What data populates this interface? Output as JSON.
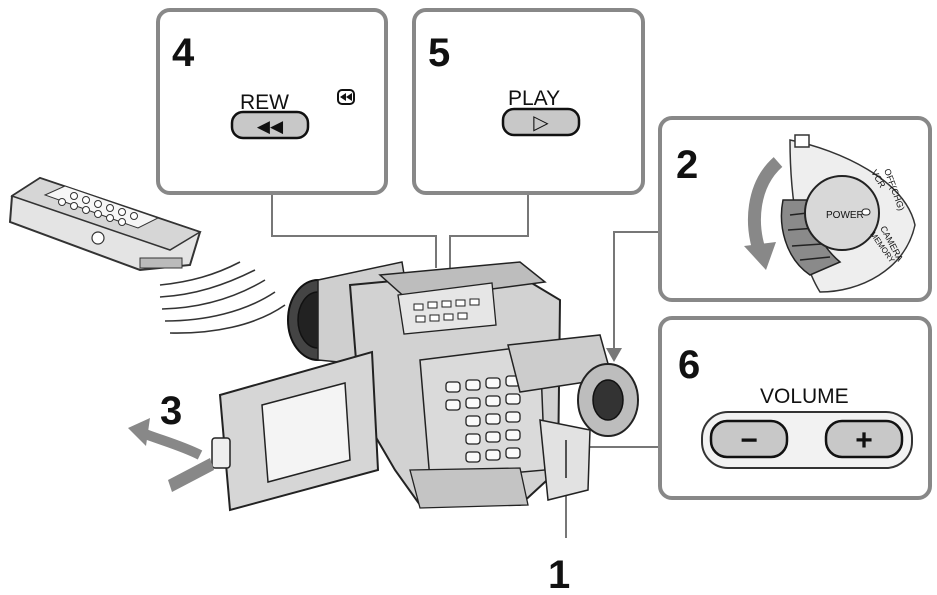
{
  "steps": {
    "s1": {
      "number": "1"
    },
    "s2": {
      "number": "2",
      "dial_label": "POWER",
      "dial_positions": [
        "OFF(CHG)",
        "VCR",
        "CAMERA",
        "MEMORY"
      ]
    },
    "s3": {
      "number": "3"
    },
    "s4": {
      "number": "4",
      "button_label": "REW",
      "button_glyph": "◀◀"
    },
    "s5": {
      "number": "5",
      "button_label": "PLAY",
      "button_glyph": "▷"
    },
    "s6": {
      "number": "6",
      "control_label": "VOLUME",
      "minus": "−",
      "plus": "+"
    }
  }
}
